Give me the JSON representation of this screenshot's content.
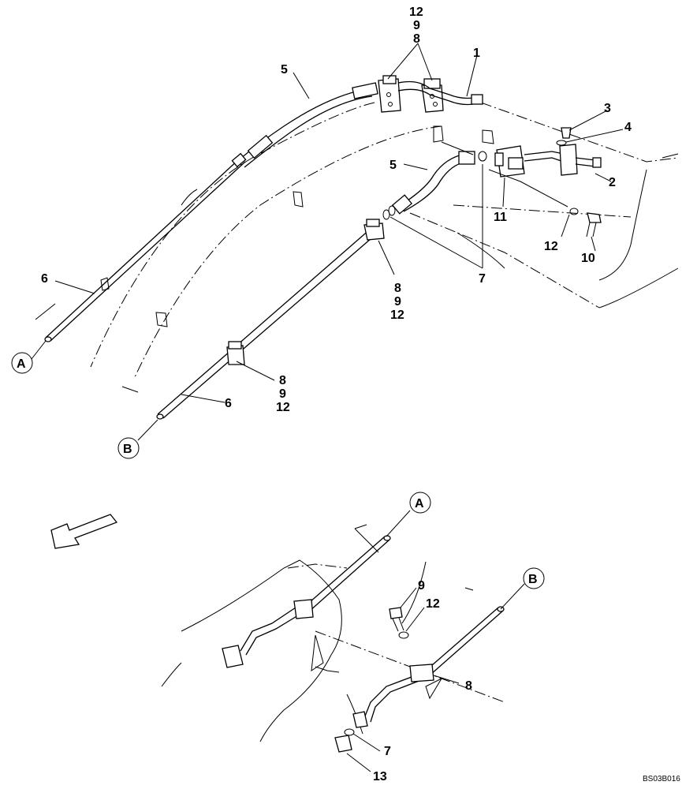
{
  "labels": {
    "l12a": "12",
    "l9a": "9",
    "l8a": "8",
    "l1": "1",
    "l5a": "5",
    "l3": "3",
    "l4": "4",
    "l5b": "5",
    "l2": "2",
    "l11": "11",
    "l12b": "12",
    "l10": "10",
    "l7a": "7",
    "l6a": "6",
    "l8b": "8",
    "l9b": "9",
    "l12c": "12",
    "l8c": "8",
    "l9c": "9",
    "l12d": "12",
    "l6b": "6",
    "l9d": "9",
    "l12e": "12",
    "l8d": "8",
    "l7b": "7",
    "l13": "13"
  },
  "callouts": {
    "a_top": "A",
    "b_top": "B",
    "a_bot": "A",
    "b_bot": "B"
  },
  "drawing_code": "BS03B016"
}
